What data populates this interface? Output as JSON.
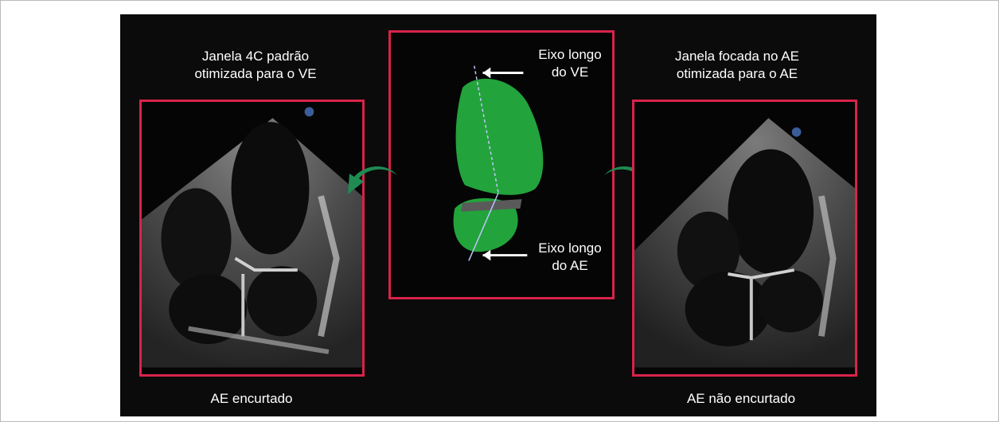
{
  "left_view": {
    "title_line1": "Janela 4C padrão",
    "title_line2": "otimizada para o VE",
    "caption": "AE encurtado"
  },
  "center_view": {
    "label_top_line1": "Eixo longo",
    "label_top_line2": "do VE",
    "label_bottom_line1": "Eixo longo",
    "label_bottom_line2": "do AE"
  },
  "right_view": {
    "title_line1": "Janela focada no AE",
    "title_line2": "otimizada para o AE",
    "caption": "AE não encurtado"
  },
  "colors": {
    "frame_red": "#d8234a",
    "chamber_green": "#23a33c",
    "arrow_green": "#1f8a52",
    "background": "#0b0b0b"
  }
}
